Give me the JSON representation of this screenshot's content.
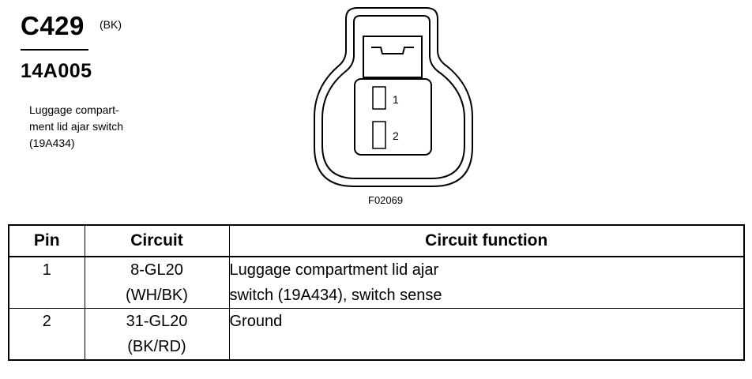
{
  "connector": {
    "id": "C429",
    "color": "(BK)",
    "part_number": "14A005",
    "description_lines": [
      "Luggage compart-",
      "ment lid ajar switch",
      "(19A434)"
    ],
    "figure_id": "F02069",
    "pin_labels": [
      "1",
      "2"
    ]
  },
  "table": {
    "headers": [
      "Pin",
      "Circuit",
      "Circuit function"
    ],
    "rows": [
      {
        "pin": "1",
        "circuit": [
          "8-GL20",
          "(WH/BK)"
        ],
        "function": [
          "Luggage compartment lid ajar",
          "switch (19A434), switch sense"
        ]
      },
      {
        "pin": "2",
        "circuit": [
          "31-GL20",
          "(BK/RD)"
        ],
        "function": [
          "Ground"
        ]
      }
    ]
  }
}
